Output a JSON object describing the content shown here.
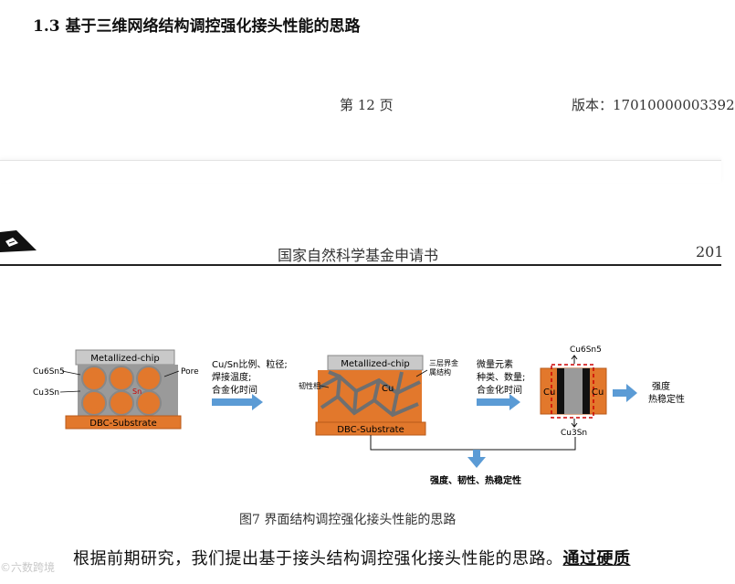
{
  "top_page": {
    "heading": "1.3  基于三维网络结构调控强化接头性能的思路",
    "page_number": "第 12 页",
    "version": "版本：17010000003392"
  },
  "bottom_page": {
    "header_title": "国家自然科学基金申请书",
    "header_year": "201",
    "figure": {
      "left_chip_label": "Metallized-chip",
      "left_substrate_label": "DBC-Substrate",
      "label_cu6sn5": "Cu6Sn5",
      "label_cu3sn": "Cu3Sn",
      "label_sn": "Sn",
      "label_pore": "Pore",
      "arrow1_text": [
        "Cu/Sn比例、粒径;",
        "焊接温度;",
        "合金化时间"
      ],
      "mid_chip_label": "Metallized-chip",
      "mid_substrate_label": "DBC-Substrate",
      "label_three_layer": [
        "三层界金",
        "属结构"
      ],
      "label_tough_phase": "韧性相",
      "label_cu_mid": "Cu",
      "arrow2_text": [
        "微量元素",
        "种类、数量;",
        "合金化时间"
      ],
      "right_top_label": "Cu6Sn5",
      "right_bottom_label": "Cu3Sn",
      "right_left_cu": "Cu",
      "right_right_cu": "Cu",
      "right_result": [
        "强度",
        "热稳定性"
      ],
      "bottom_result": "强度、韧性、热稳定性"
    },
    "caption": "图7  界面结构调控强化接头性能的思路",
    "body_prefix": "根据前期研究，我们提出基于接头结构调控强化接头性能的思路。",
    "body_emphasis": "通过硬质"
  },
  "watermark": "©六数跨境",
  "colors": {
    "orange": "#e2782c",
    "gray_chip": "#c8c8c8",
    "arrow_blue": "#5b9bd5",
    "dark_gray": "#6f6f6f"
  }
}
